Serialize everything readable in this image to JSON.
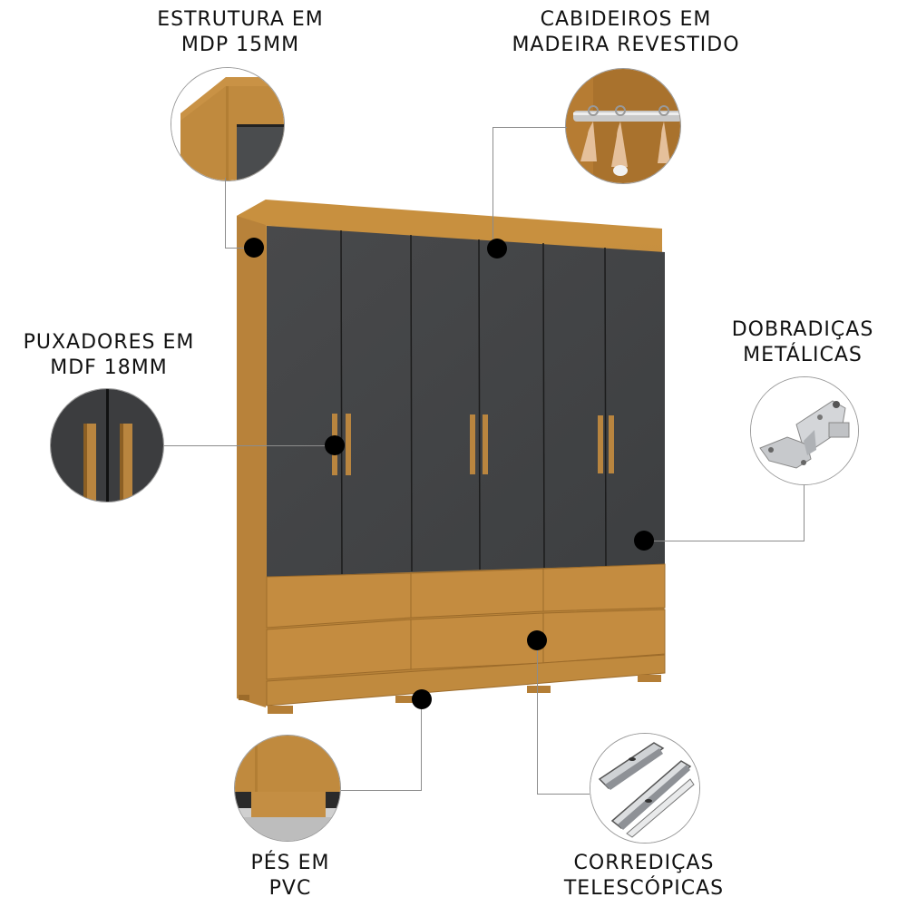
{
  "callouts": [
    {
      "id": "estrutura",
      "lines": [
        "ESTRUTURA EM",
        "MDP 15MM"
      ],
      "image": "cabinet-corner-detail"
    },
    {
      "id": "cabideiros",
      "lines": [
        "CABIDEIROS EM",
        "MADEIRA REVESTIDO"
      ],
      "image": "hanger-rod-detail"
    },
    {
      "id": "puxadores",
      "lines": [
        "PUXADORES EM",
        "MDF 18MM"
      ],
      "image": "handles-detail"
    },
    {
      "id": "dobradicas",
      "lines": [
        "DOBRADIÇAS",
        "METÁLICAS"
      ],
      "image": "metal-hinge-detail"
    },
    {
      "id": "pes",
      "lines": [
        "PÉS EM",
        "PVC"
      ],
      "image": "pvc-feet-detail"
    },
    {
      "id": "corredicas",
      "lines": [
        "CORREDIÇAS",
        "TELESCÓPICAS"
      ],
      "image": "telescopic-slides-detail"
    }
  ],
  "product": {
    "name": "wardrobe",
    "doors": 6,
    "drawers": 6,
    "colors": {
      "wood": "#C08A3E",
      "wood_dark": "#9C6B2A",
      "door": "#45484a",
      "handle": "#B9853F"
    }
  }
}
